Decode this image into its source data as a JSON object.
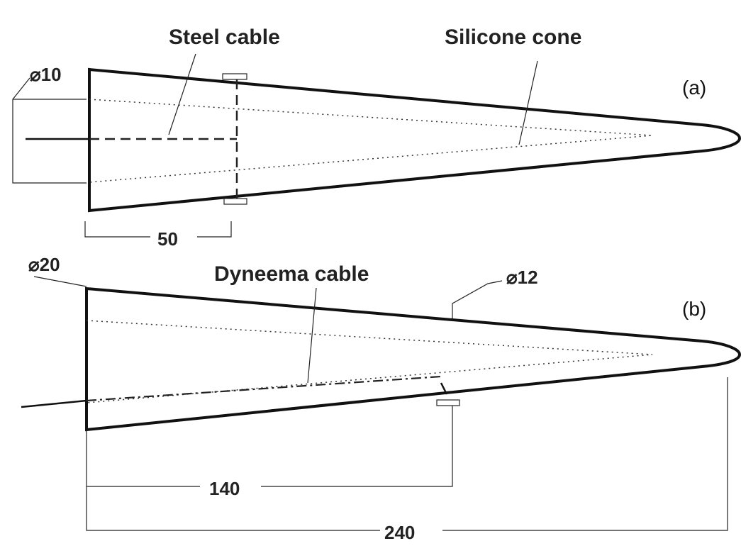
{
  "labels": {
    "steel_cable": "Steel cable",
    "silicone_cone": "Silicone cone",
    "dyneema_cable": "Dyneema cable"
  },
  "panels": {
    "a": "(a)",
    "b": "(b)"
  },
  "diameters": {
    "d10": "⌀10",
    "d20": "⌀20",
    "d12": "⌀12"
  },
  "dimensions": {
    "d50": "50",
    "d140": "140",
    "d240": "240"
  }
}
